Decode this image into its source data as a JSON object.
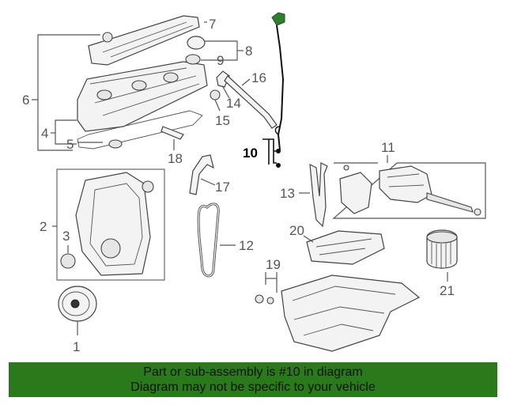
{
  "callouts": [
    {
      "id": "1",
      "label": "1"
    },
    {
      "id": "2",
      "label": "2"
    },
    {
      "id": "3",
      "label": "3"
    },
    {
      "id": "4",
      "label": "4"
    },
    {
      "id": "5",
      "label": "5"
    },
    {
      "id": "6",
      "label": "6"
    },
    {
      "id": "7",
      "label": "7"
    },
    {
      "id": "8",
      "label": "8"
    },
    {
      "id": "9",
      "label": "9"
    },
    {
      "id": "10",
      "label": "10",
      "highlighted": true
    },
    {
      "id": "11",
      "label": "11"
    },
    {
      "id": "12",
      "label": "12"
    },
    {
      "id": "13",
      "label": "13"
    },
    {
      "id": "14",
      "label": "14"
    },
    {
      "id": "15",
      "label": "15"
    },
    {
      "id": "16",
      "label": "16"
    },
    {
      "id": "17",
      "label": "17"
    },
    {
      "id": "18",
      "label": "18"
    },
    {
      "id": "19",
      "label": "19"
    },
    {
      "id": "20",
      "label": "20"
    },
    {
      "id": "21",
      "label": "21"
    }
  ],
  "banner": {
    "line1": "Part or sub-assembly is #10 in diagram",
    "line2": "Diagram may not be specific to your vehicle",
    "background": "#2a7a1c"
  },
  "colors": {
    "line": "#555555",
    "highlight": "#000000",
    "dipstick_handle": "#2f7d32"
  }
}
